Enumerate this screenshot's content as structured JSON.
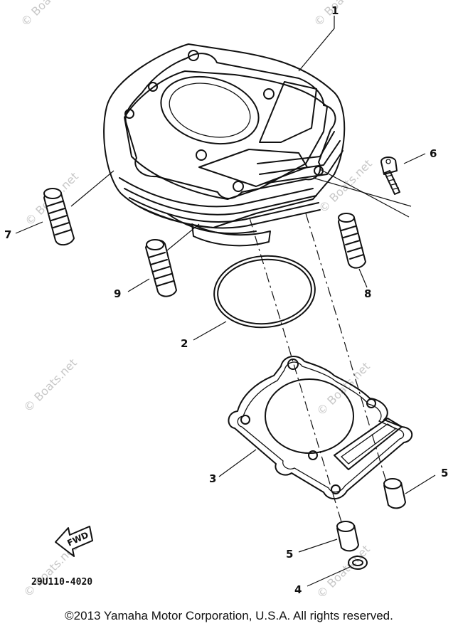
{
  "diagram": {
    "part_code": "29U110-4020",
    "fwd_label": "FWD",
    "watermark": "© Boats.net",
    "copyright": "©2013 Yamaha Motor Corporation, U.S.A. All rights reserved.",
    "callouts": {
      "c1": "1",
      "c2": "2",
      "c3": "3",
      "c4": "4",
      "c5a": "5",
      "c5b": "5",
      "c6": "6",
      "c7": "7",
      "c8": "8",
      "c9": "9"
    }
  }
}
